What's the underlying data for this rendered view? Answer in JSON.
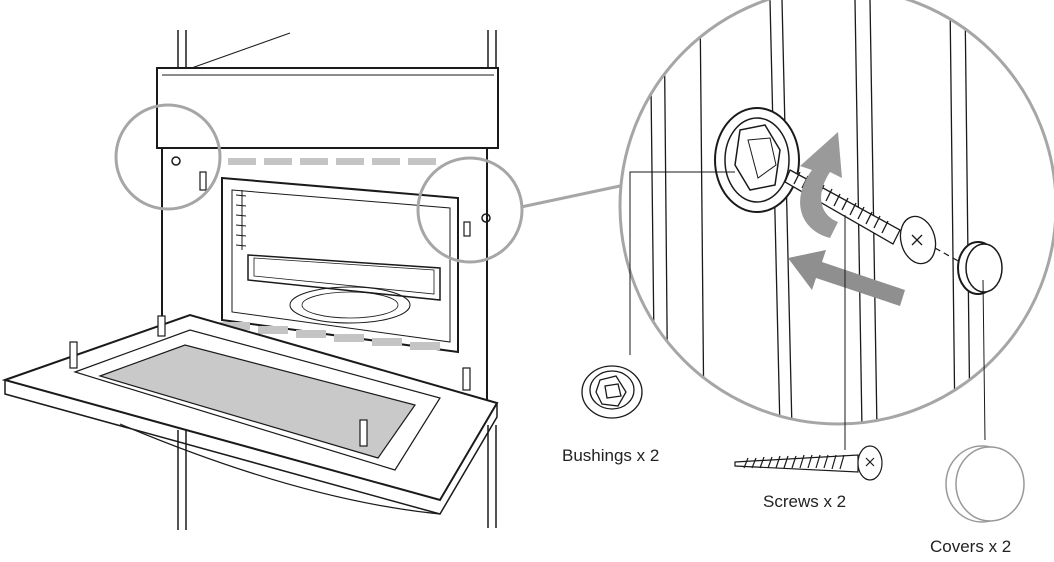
{
  "parts": [
    {
      "name": "Bushings",
      "label": "Bushings x 2"
    },
    {
      "name": "Screws",
      "label": "Screws x 2"
    },
    {
      "name": "Covers",
      "label": "Covers x 2"
    }
  ],
  "colors": {
    "line": "#1a1a1a",
    "highlight_circle": "#a6a6a6",
    "glass": "#c9c9c9",
    "vent": "#bdbdbd",
    "arrow_gray": "#8f8f8f"
  }
}
